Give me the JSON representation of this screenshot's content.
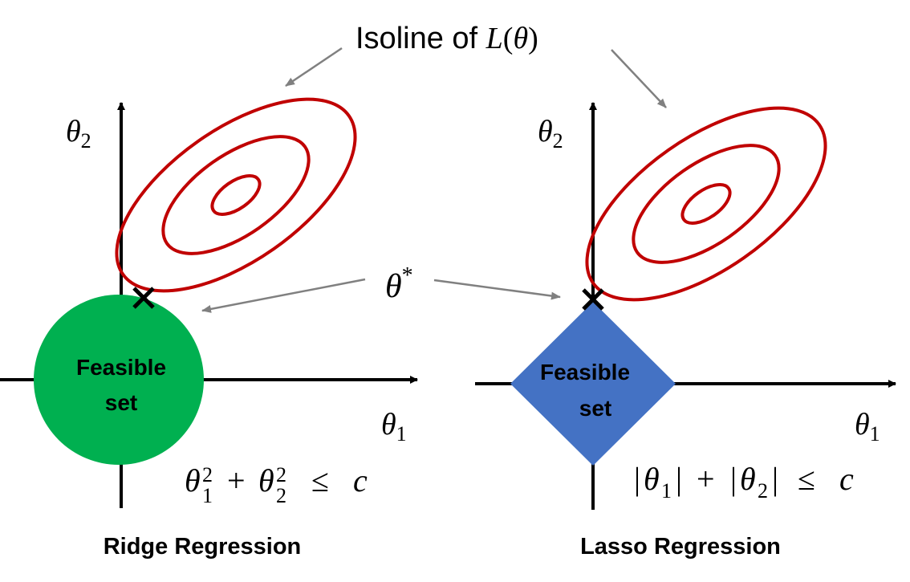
{
  "isoline_label": {
    "prefix": "Isoline of ",
    "func": "L",
    "open": "(",
    "var": "θ",
    "close": ")"
  },
  "optimum_label": {
    "symbol": "θ",
    "sup": "*"
  },
  "ridge": {
    "axis_x": {
      "symbol": "θ",
      "sub": "1"
    },
    "axis_y": {
      "symbol": "θ",
      "sub": "2"
    },
    "feasible_line1": "Feasible",
    "feasible_line2": "set",
    "constraint": {
      "t1": "θ",
      "s1sub": "1",
      "s1sup": "2",
      "plus": "+",
      "t2": "θ",
      "s2sub": "2",
      "s2sup": "2",
      "leq": "≤",
      "c": "c"
    },
    "title": "Ridge Regression",
    "feasible_color": "#00b050"
  },
  "lasso": {
    "axis_x": {
      "symbol": "θ",
      "sub": "1"
    },
    "axis_y": {
      "symbol": "θ",
      "sub": "2"
    },
    "feasible_line1": "Feasible",
    "feasible_line2": "set",
    "constraint": {
      "bar1": "|",
      "t1": "θ",
      "s1sub": "1",
      "bar2": "|",
      "plus": "+",
      "bar3": "|",
      "t2": "θ",
      "s2sub": "2",
      "bar4": "|",
      "leq": "≤",
      "c": "c"
    },
    "title": "Lasso Regression",
    "feasible_color": "#4472c4"
  },
  "colors": {
    "isoline": "#c00000",
    "arrow": "#808080",
    "axis": "#000000",
    "marker": "#000000"
  },
  "marker_symbol": "✕"
}
